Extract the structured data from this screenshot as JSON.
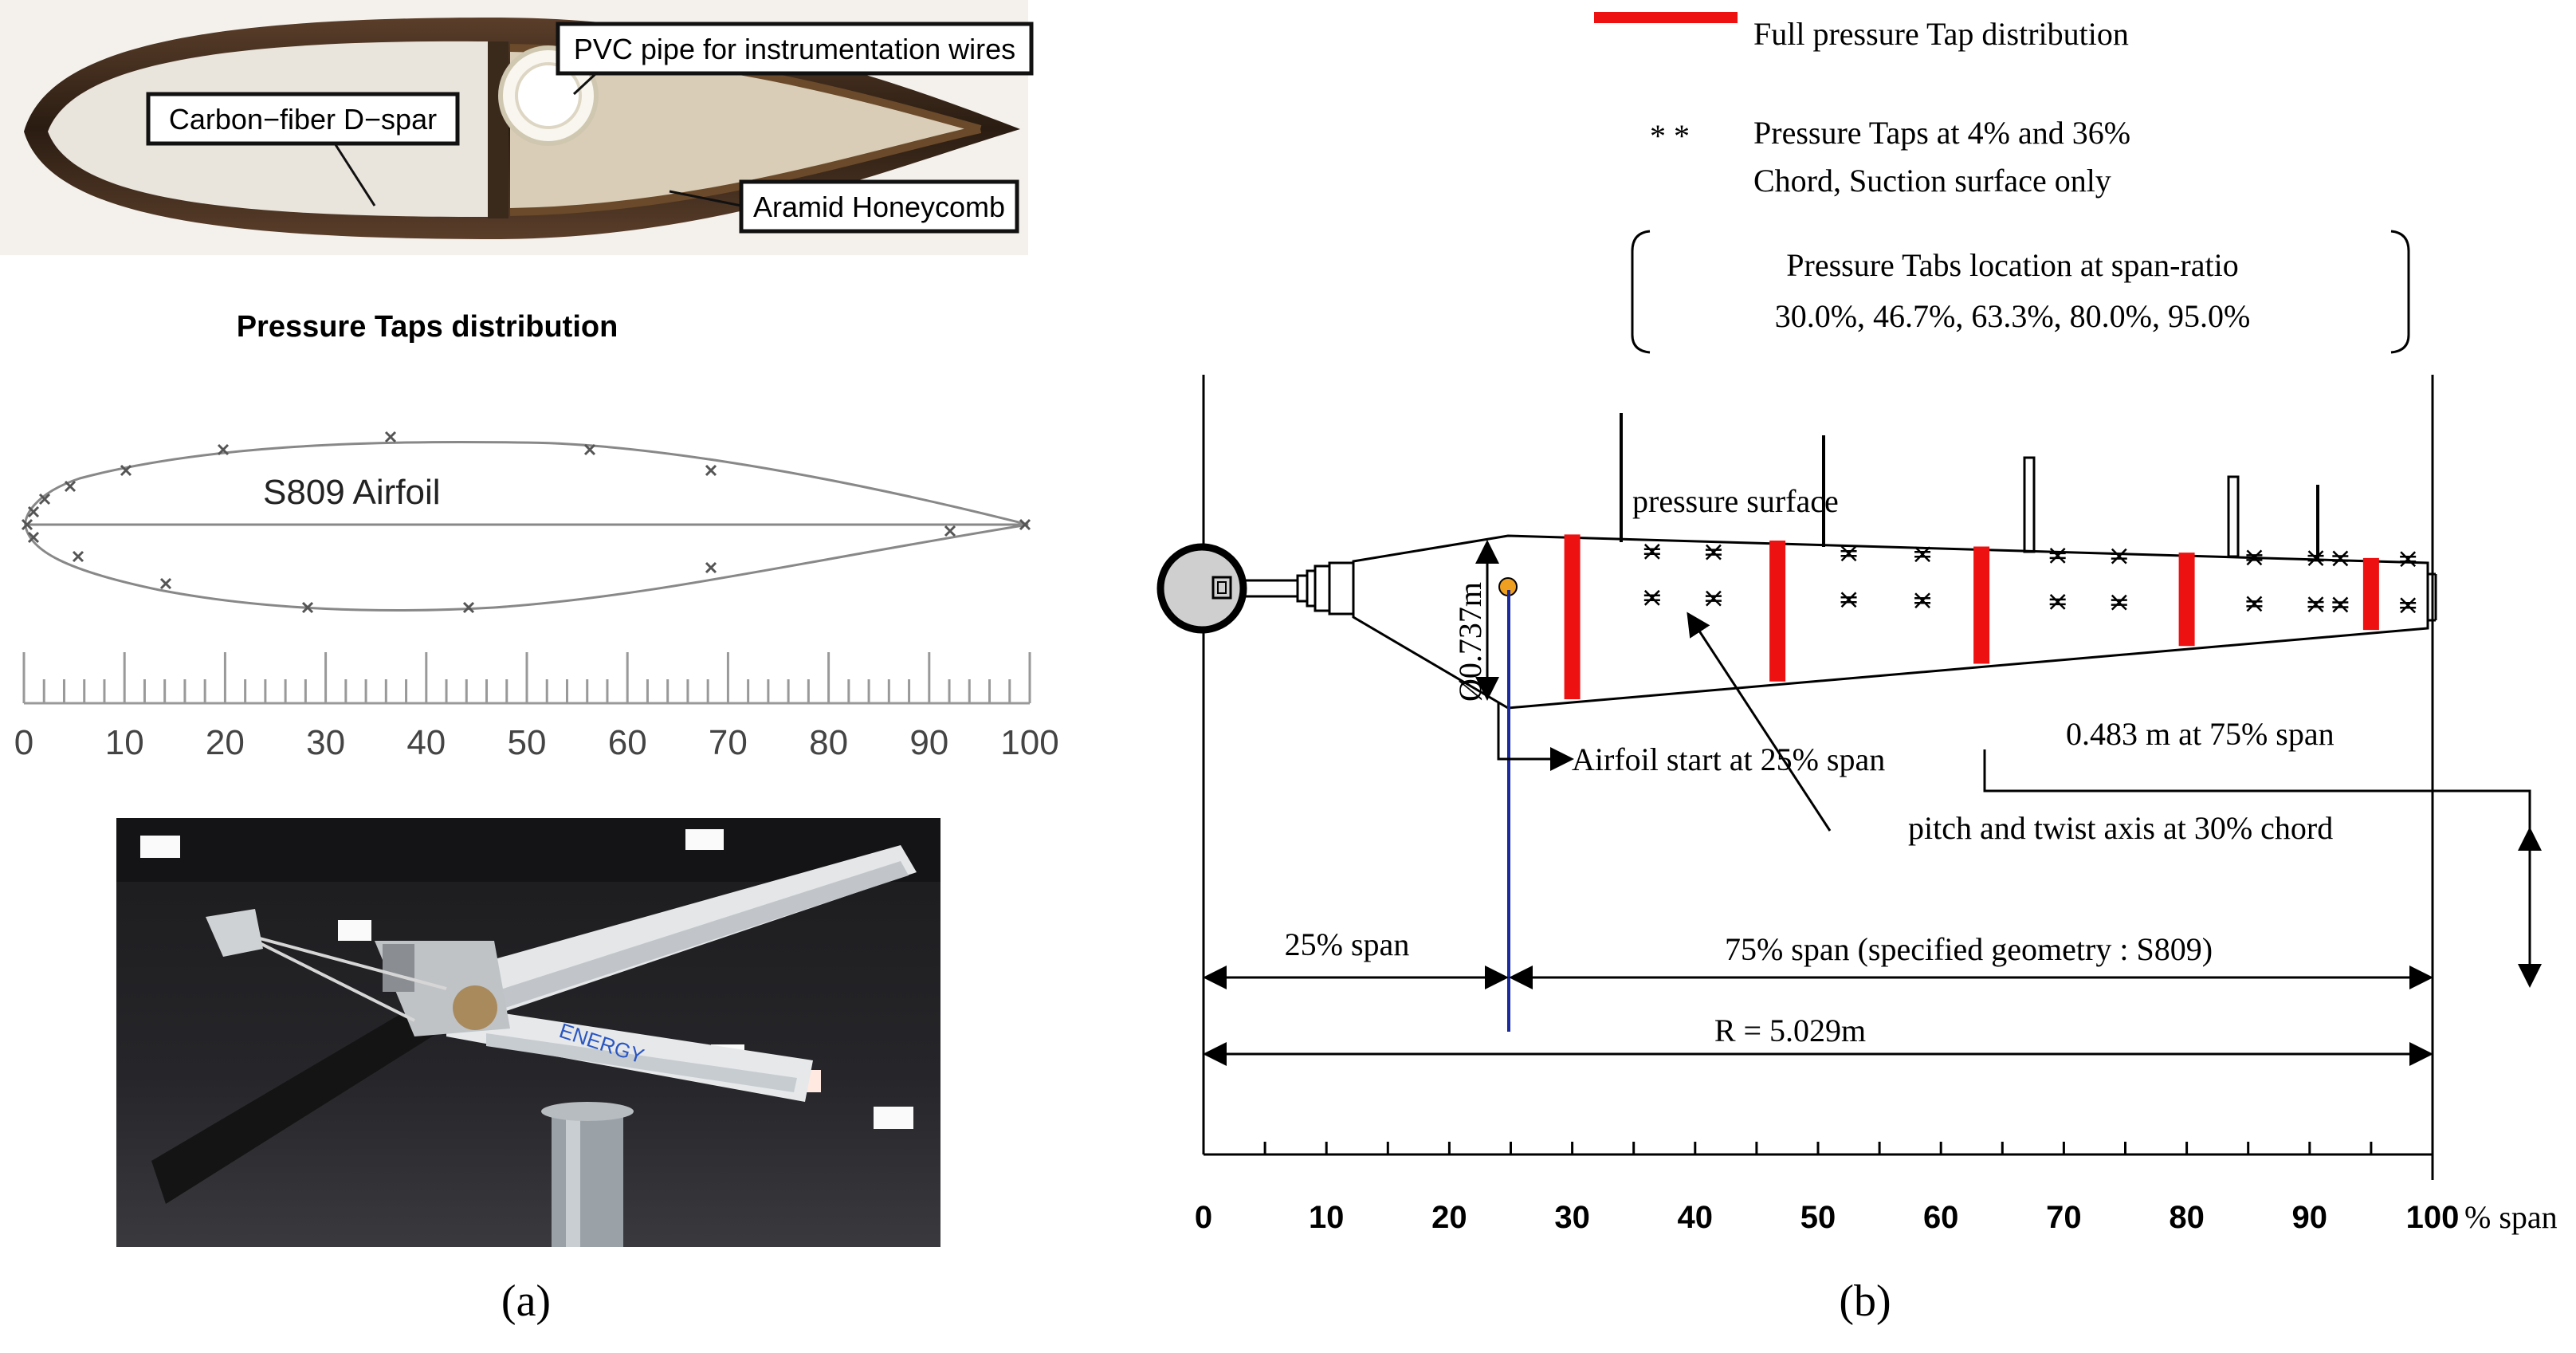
{
  "panel_a": {
    "cross_section": {
      "label_pvc": "PVC pipe for instrumentation wires",
      "label_spar": "Carbon−fiber D−spar",
      "label_honeycomb": "Aramid Honeycomb"
    },
    "taps_title": "Pressure Taps distribution",
    "airfoil_label": "S809 Airfoil",
    "ruler_ticks": [
      "0",
      "10",
      "20",
      "30",
      "40",
      "50",
      "60",
      "70",
      "80",
      "90",
      "100"
    ],
    "caption": "(a)"
  },
  "panel_b": {
    "legend": {
      "full_tap": "Full pressure Tap distribution",
      "star_marker": "* *",
      "partial_line1": "Pressure Taps at 4% and 36%",
      "partial_line2": "Chord, Suction surface only",
      "bracket_line1": "Pressure Tabs location at span-ratio",
      "bracket_line2": "30.0%, 46.7%, 63.3%, 80.0%, 95.0%"
    },
    "labels": {
      "pressure_surface": "pressure surface",
      "root_chord": "0.737m",
      "root_chord_prefix": "Ø",
      "airfoil_start": "Airfoil start at 25% span",
      "tip_chord": "0.483 m at 75% span",
      "pitch_axis": "pitch and twist axis at 30% chord",
      "span_25": "25% span",
      "span_75": "75% span (specified geometry : S809)",
      "radius": "R = 5.029m"
    },
    "axis_ticks": [
      "0",
      "10",
      "20",
      "30",
      "40",
      "50",
      "60",
      "70",
      "80",
      "90",
      "100"
    ],
    "axis_unit": "% span",
    "full_tap_spans": [
      30.0,
      46.7,
      63.3,
      80.0,
      95.0
    ],
    "caption": "(b)"
  },
  "colors": {
    "tap_red": "#ee1111",
    "axis_blue": "#1a2a9c",
    "hub_orange": "#f0a020"
  }
}
